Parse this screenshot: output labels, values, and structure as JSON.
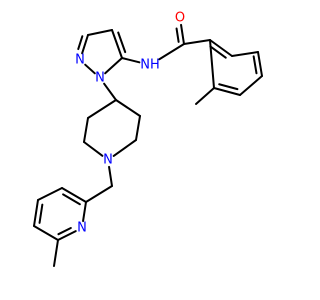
{
  "structure": {
    "bond_color": "#000000",
    "atom_labels": [
      {
        "id": "o",
        "text": "O",
        "color": "#ff0000"
      },
      {
        "id": "nh",
        "text": "NH",
        "color": "#0000ff"
      },
      {
        "id": "n-pyrazole-2",
        "text": "N",
        "color": "#0000ff"
      },
      {
        "id": "n-pyrazole-1",
        "text": "N",
        "color": "#0000ff"
      },
      {
        "id": "n-piperidine",
        "text": "N",
        "color": "#0000ff"
      },
      {
        "id": "n-pyridine",
        "text": "N",
        "color": "#0000ff"
      }
    ]
  }
}
